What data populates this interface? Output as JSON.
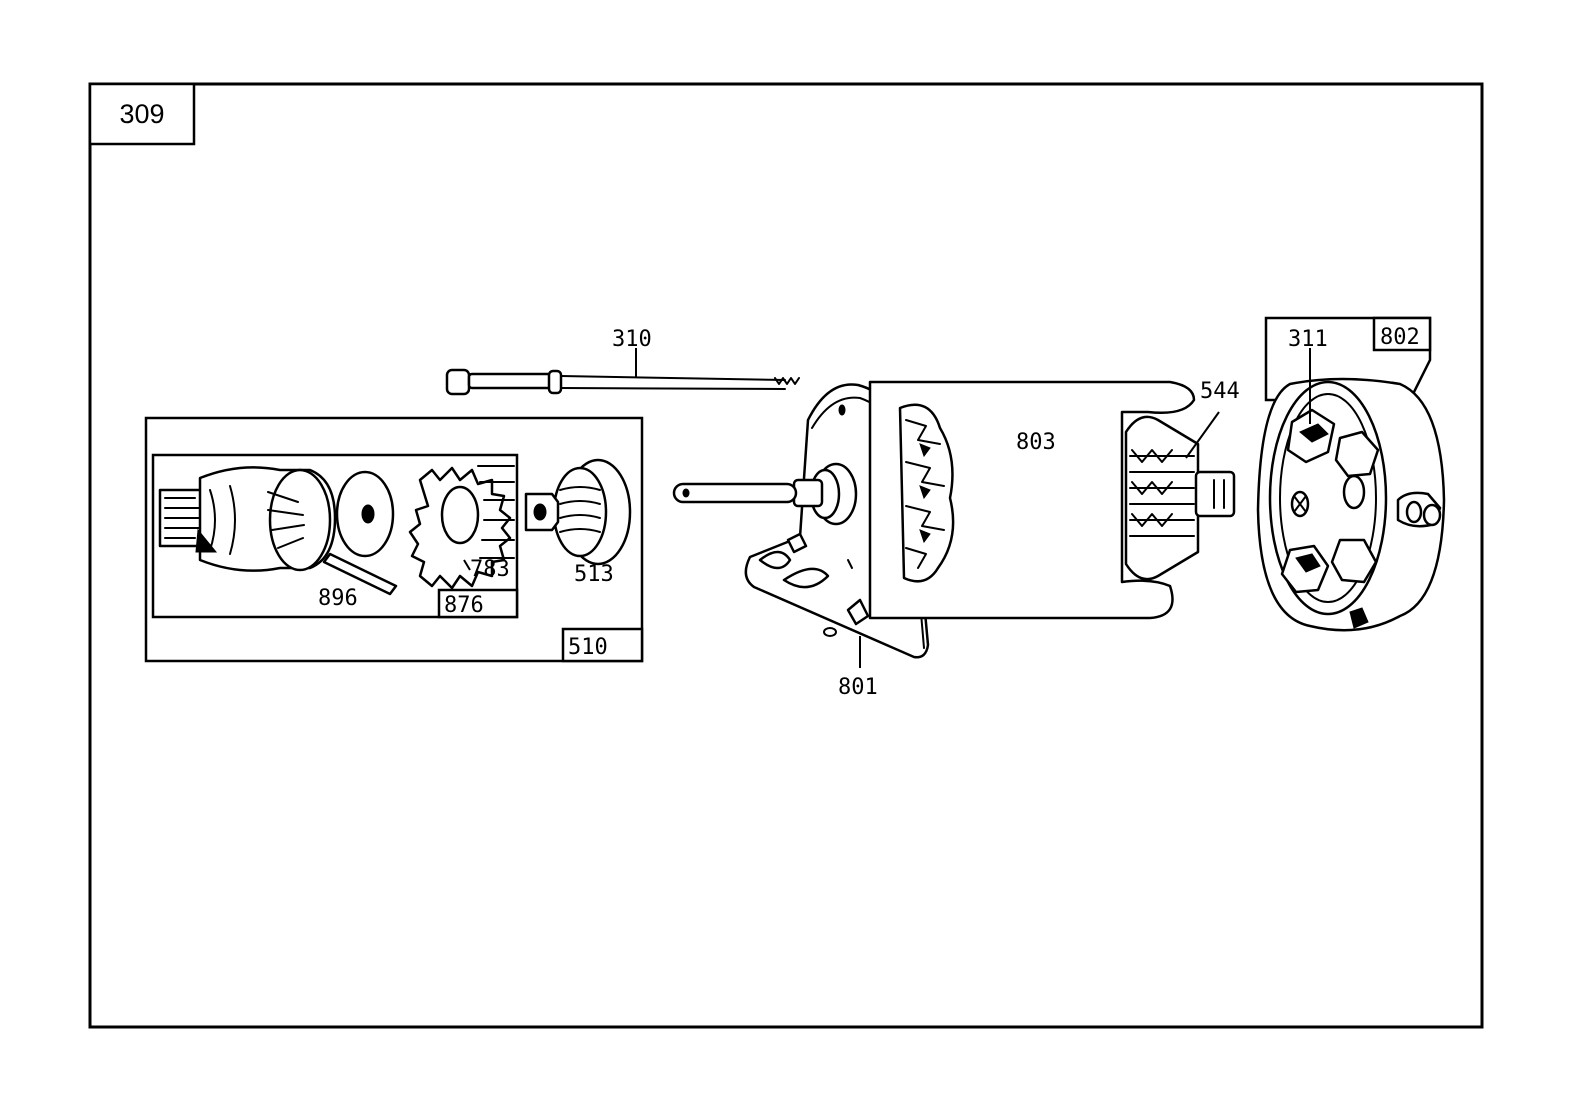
{
  "page_number": "309",
  "callouts": {
    "p310": "310",
    "p311": "311",
    "p802": "802",
    "p544": "544",
    "p803": "803",
    "p801": "801",
    "p510": "510",
    "p876": "876",
    "p896": "896",
    "p783": "783",
    "p513": "513"
  },
  "icons": [
    "starter-motor-exploded-icon"
  ]
}
